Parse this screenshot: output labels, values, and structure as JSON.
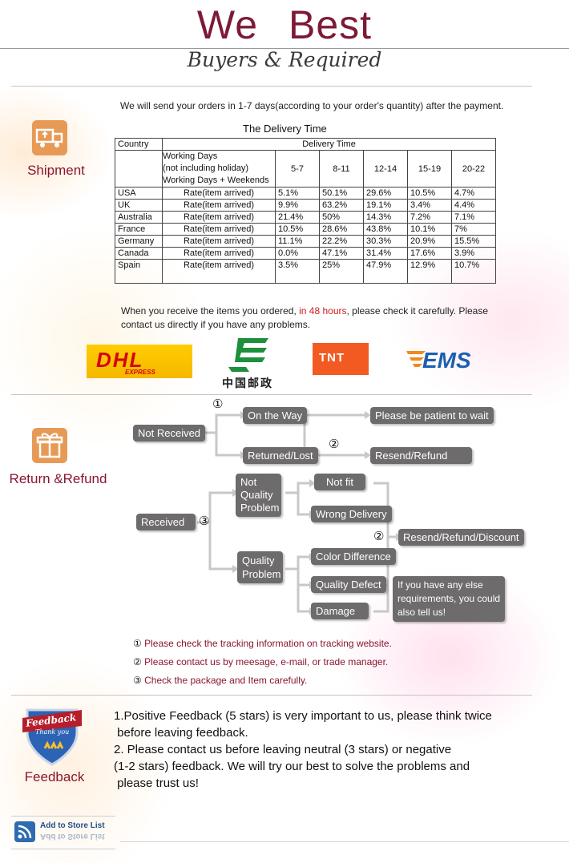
{
  "header": {
    "title_word1": "We",
    "title_word2": "Best",
    "subtitle": "Buyers & Required"
  },
  "colors": {
    "title": "#7d1a35",
    "section_label": "#8a1530",
    "icon_bg": "#e79a55",
    "flow_box": "#6d6b6b",
    "highlight_red": "#cc1f1f"
  },
  "shipment": {
    "label": "Shipment",
    "icon": "truck-icon",
    "intro": "We will send your orders in 1-7 days(according to your order's quantity) after the payment.",
    "table": {
      "caption": "The Delivery Time",
      "header_country": "Country",
      "header_delivery": "Delivery Time",
      "working_days_lines": [
        "Working Days",
        "(not including holiday)",
        "Working Days + Weekends"
      ],
      "ranges": [
        "5-7",
        "8-11",
        "12-14",
        "15-19",
        "20-22"
      ],
      "rows": [
        {
          "country": "USA",
          "rate": "Rate(item arrived)",
          "values": [
            "5.1%",
            "50.1%",
            "29.6%",
            "10.5%",
            "4.7%"
          ]
        },
        {
          "country": "UK",
          "rate": "Rate(item arrived)",
          "values": [
            "9.9%",
            "63.2%",
            "19.1%",
            "3.4%",
            "4.4%"
          ]
        },
        {
          "country": "Australia",
          "rate": "Rate(item arrived)",
          "values": [
            "21.4%",
            "50%",
            "14.3%",
            "7.2%",
            "7.1%"
          ]
        },
        {
          "country": "France",
          "rate": "Rate(item arrived)",
          "values": [
            "10.5%",
            "28.6%",
            "43.8%",
            "10.1%",
            "7%"
          ]
        },
        {
          "country": "Germany",
          "rate": "Rate(item arrived)",
          "values": [
            "11.1%",
            "22.2%",
            "30.3%",
            "20.9%",
            "15.5%"
          ]
        },
        {
          "country": "Canada",
          "rate": "Rate(item arrived)",
          "values": [
            "0.0%",
            "47.1%",
            "31.4%",
            "17.6%",
            "3.9%"
          ]
        },
        {
          "country": "Spain",
          "rate": "Rate(item arrived)",
          "values": [
            "3.5%",
            "25%",
            "47.9%",
            "12.9%",
            "10.7%"
          ]
        }
      ]
    },
    "after_pre": "When you receive the items you ordered, ",
    "after_red": "in 48 hours",
    "after_post": ", please check it carefully. Please",
    "after_line2": "contact us directly if you have any problems.",
    "logos": {
      "dhl": "DHL",
      "dhl_sub": "EXPRESS",
      "china_post": "中国邮政",
      "tnt": "TNT",
      "ems": "EMS"
    }
  },
  "refund": {
    "label": "Return &Refund",
    "icon": "gift-icon",
    "marks": {
      "one": "①",
      "two": "②",
      "three": "③"
    },
    "not_received": "Not Received",
    "on_the_way": "On the Way",
    "be_patient": "Please be patient to wait",
    "returned_lost": "Returned/Lost",
    "resend_refund": "Resend/Refund",
    "received": "Received",
    "not_quality_lines": [
      "Not",
      "Quality",
      "Problem"
    ],
    "quality_lines": [
      "Quality",
      "Problem"
    ],
    "not_fit": "Not fit",
    "wrong_delivery": "Wrong Delivery",
    "color_difference": "Color Difference",
    "quality_defect": "Quality Defect",
    "damage": "Damage",
    "resend_refund_discount": "Resend/Refund/Discount",
    "else_lines": [
      "If you have any else",
      "requirements, you could",
      "also tell us!"
    ],
    "notes": [
      {
        "mark": "①",
        "text": "Please check the tracking information on tracking website."
      },
      {
        "mark": "②",
        "text": "Please contact us by meesage, e-mail, or trade manager."
      },
      {
        "mark": "③",
        "text": "Check the package and Item carefully."
      }
    ]
  },
  "feedback": {
    "label": "Feedback",
    "badge_title": "Feedback",
    "badge_sub": "Thank you",
    "icon": "shield-badge-icon",
    "lines": [
      "1.Positive Feedback (5 stars) is very important to us, please think twice",
      " before leaving feedback.",
      "2. Please contact us before leaving neutral (3 stars) or negative",
      "(1-2 stars) feedback. We will try our best to solve the problems and",
      " please trust us!"
    ]
  },
  "store": {
    "label": "Add to Store List",
    "icon": "rss-icon"
  }
}
